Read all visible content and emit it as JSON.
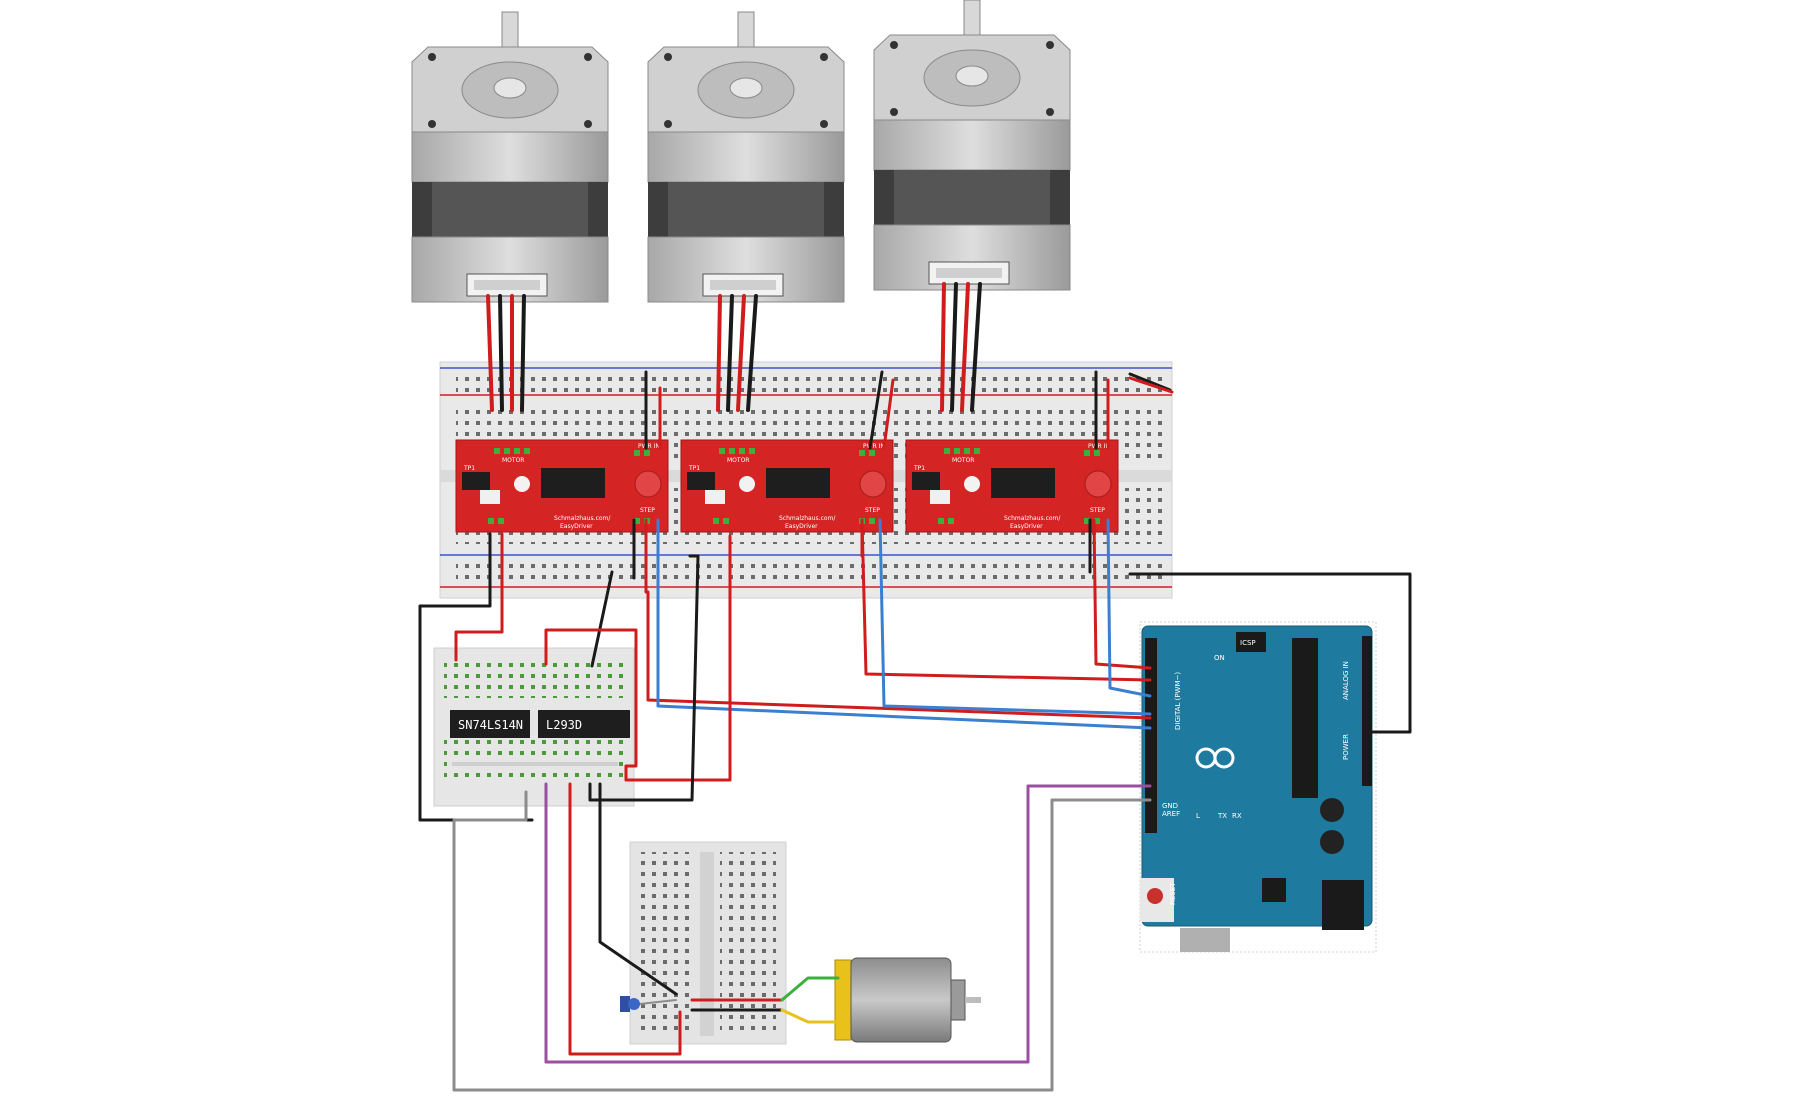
{
  "chips": {
    "inverter": "SN74LS14N",
    "driver": "L293D"
  },
  "easydriver": {
    "silk_top": "MOTOR",
    "silk_left": "TP1",
    "brand_line1": "Schmalzhaus.com/",
    "brand_line2": "EasyDriver",
    "step": "STEP",
    "pwr_in": "PWR IN"
  },
  "arduino": {
    "reset": "RESET",
    "icsp": "ICSP",
    "digital": "DIGITAL (PWM~)",
    "analog": "ANALOG IN",
    "power": "POWER",
    "on": "ON",
    "aref": "AREF",
    "gnd": "GND",
    "tx": "TX",
    "rx": "RX",
    "l": "L"
  },
  "colors": {
    "wire_red": "#d01c1c",
    "wire_black": "#1a1a1a",
    "wire_blue": "#3a7fd0",
    "wire_purple": "#9b4fa0",
    "wire_gray": "#8c8c8c",
    "wire_green": "#3cb03c",
    "wire_yellow": "#e8c21a",
    "easydriver_red": "#d42424",
    "arduino_blue": "#1e7a9e",
    "motor_body": "#c8c8c8"
  }
}
